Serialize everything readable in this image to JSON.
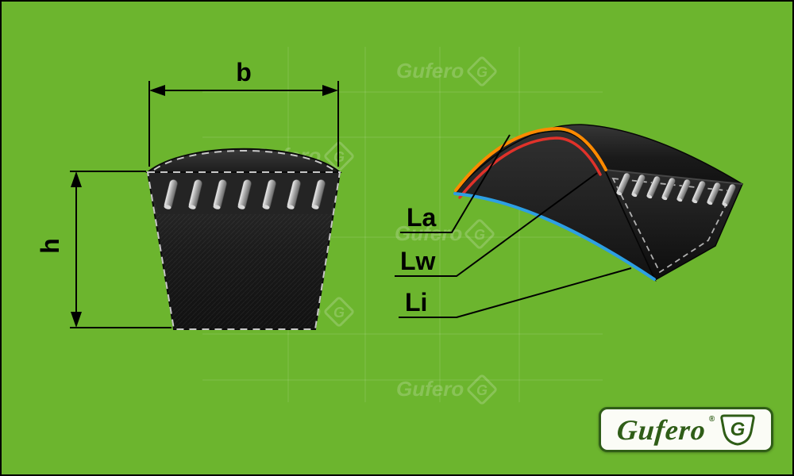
{
  "colors": {
    "background": "#6cb52e",
    "belt_dark": "#1c1c1c",
    "la_line_orange": "#ff8a00",
    "lw_line_red": "#e0322a",
    "li_line_blue": "#2d9fe3",
    "dimension_lines": "#000000",
    "logo_green": "#2f5d17"
  },
  "cross_section_diagram": {
    "width_dimension_label": "b",
    "height_dimension_label": "h"
  },
  "belt_length_diagram": {
    "outer_length_label": "La",
    "pitch_length_label": "Lw",
    "inner_length_label": "Li"
  },
  "logo": {
    "brand": "Gufero",
    "registered_mark": "®",
    "emblem_letter": "G"
  },
  "watermark": {
    "text": "Gufero",
    "emblem": "G"
  }
}
